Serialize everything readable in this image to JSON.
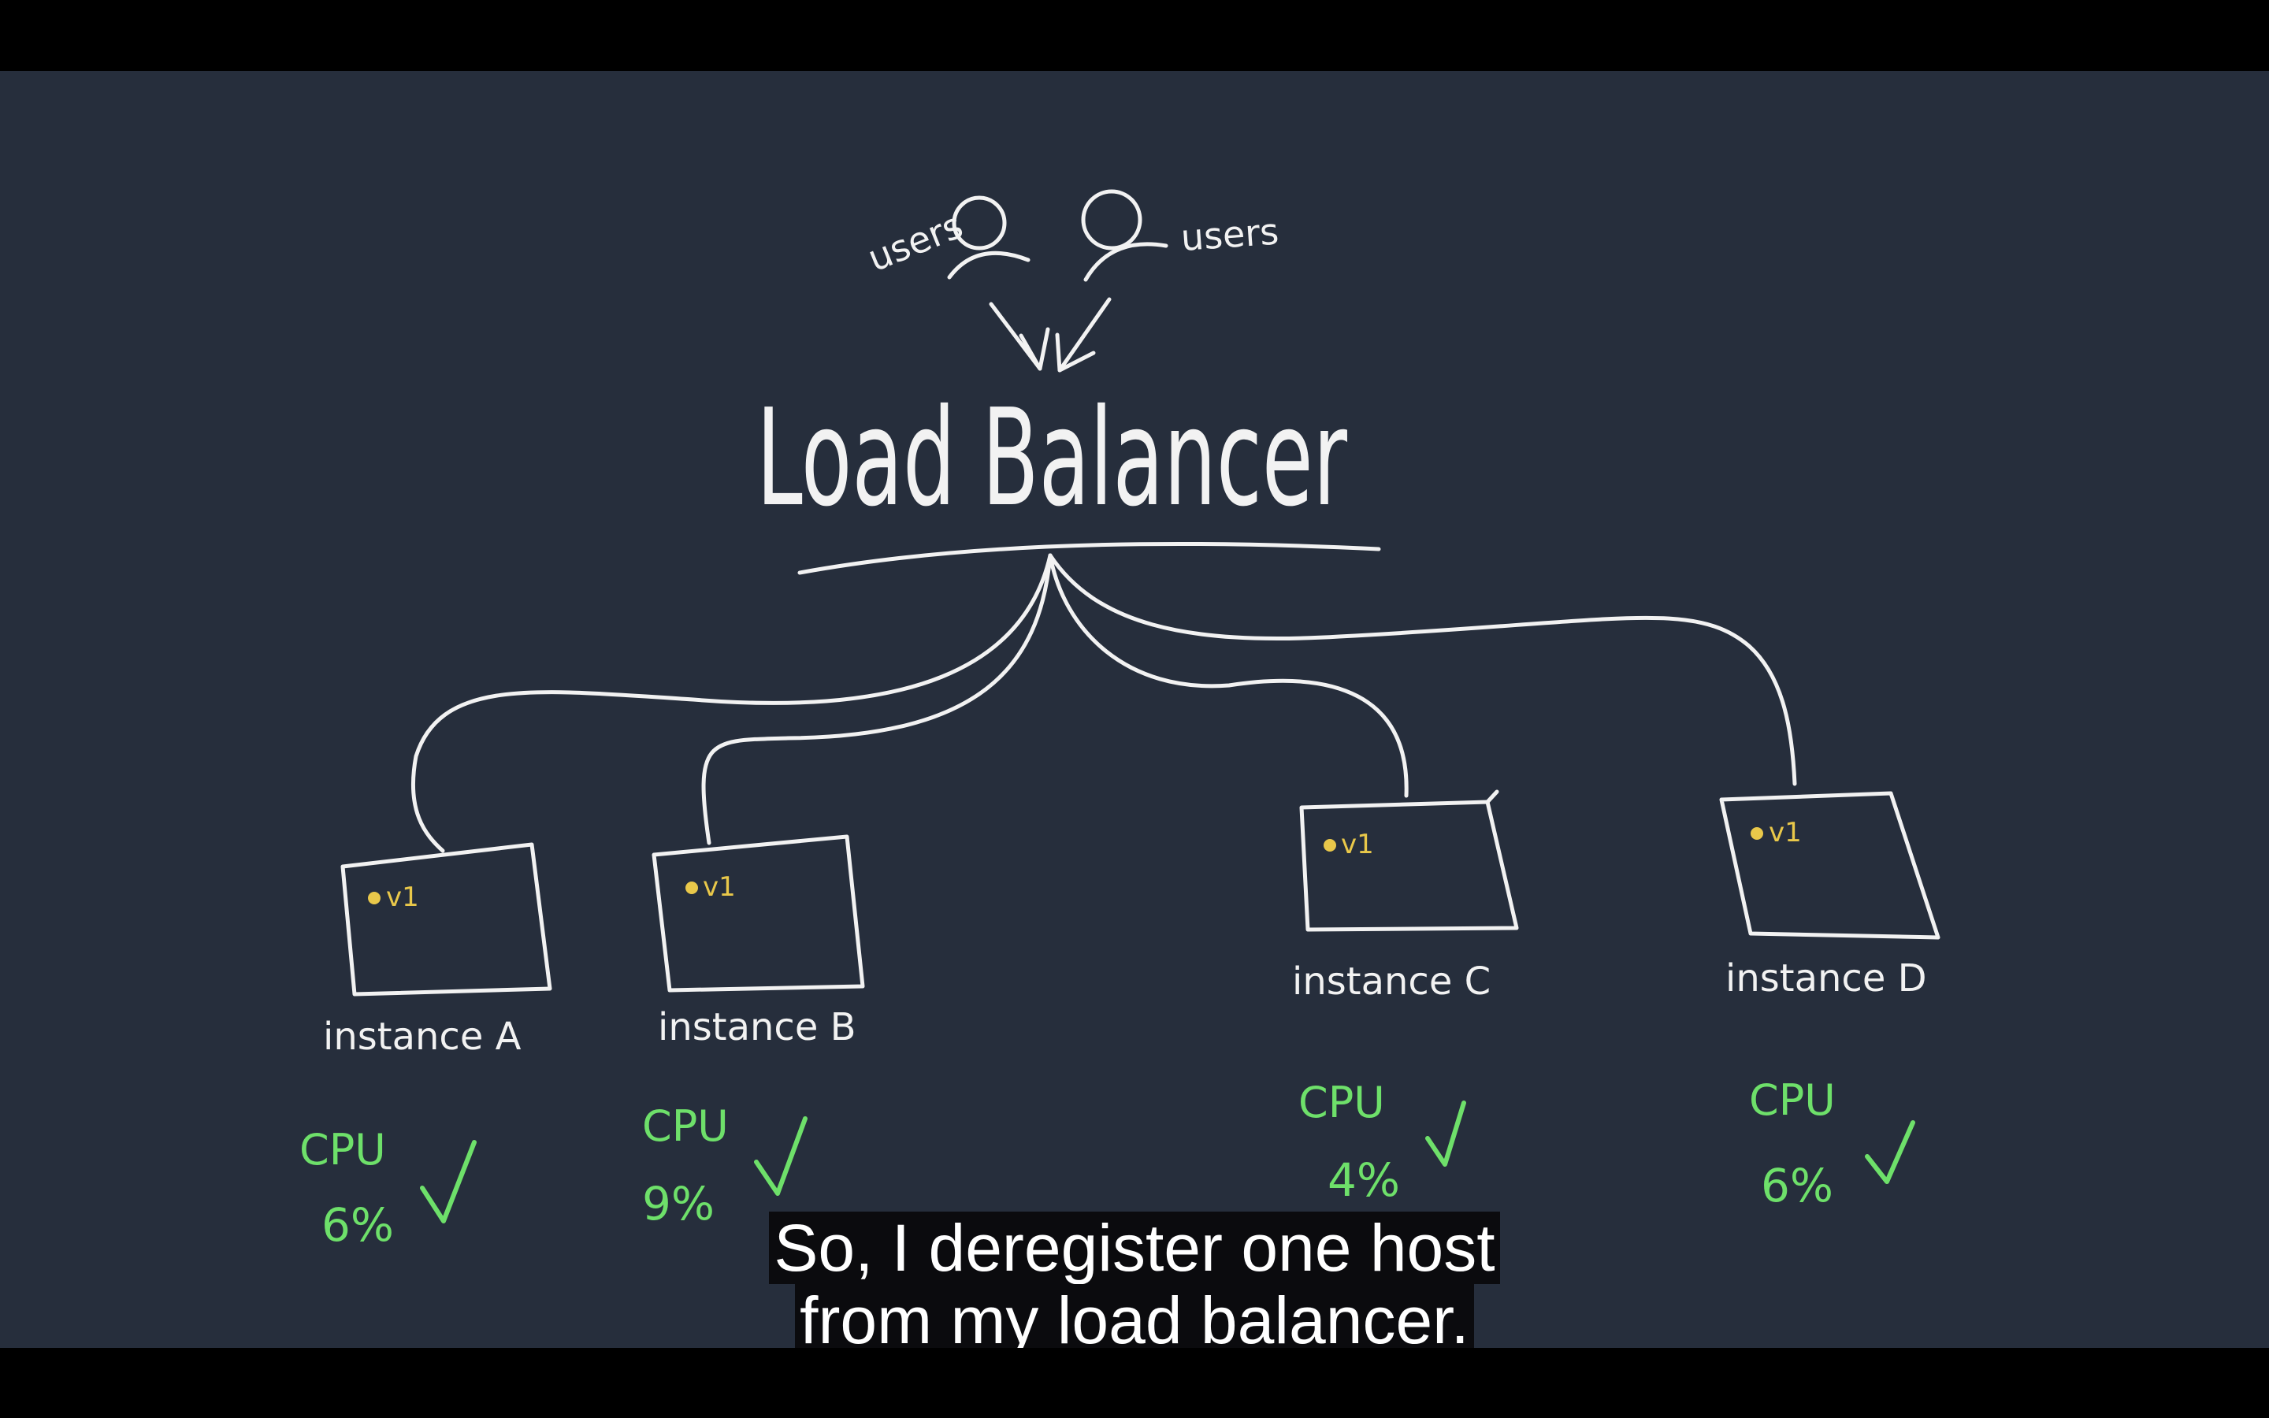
{
  "video": {
    "caption_line_1": "So, I deregister one host",
    "caption_line_2": "from my load balancer.",
    "background_color": "#262e3c",
    "letterbox_color": "#000000"
  },
  "diagram": {
    "users_left_label": "users",
    "users_right_label": "users",
    "user_icon": "person-icon",
    "balancer_label": "Load Balancer",
    "ink_color": "#f2f2f2",
    "tag_color": "#e9c84a",
    "metric_color": "#6ee06a",
    "instances": [
      {
        "name": "instance A",
        "version_tag": "v1",
        "cpu_label": "CPU",
        "cpu_value": "6%"
      },
      {
        "name": "instance B",
        "version_tag": "v1",
        "cpu_label": "CPU",
        "cpu_value": "9%"
      },
      {
        "name": "instance C",
        "version_tag": "v1",
        "cpu_label": "CPU",
        "cpu_value": "4%"
      },
      {
        "name": "instance D",
        "version_tag": "v1",
        "cpu_label": "CPU",
        "cpu_value": "6%"
      }
    ]
  }
}
